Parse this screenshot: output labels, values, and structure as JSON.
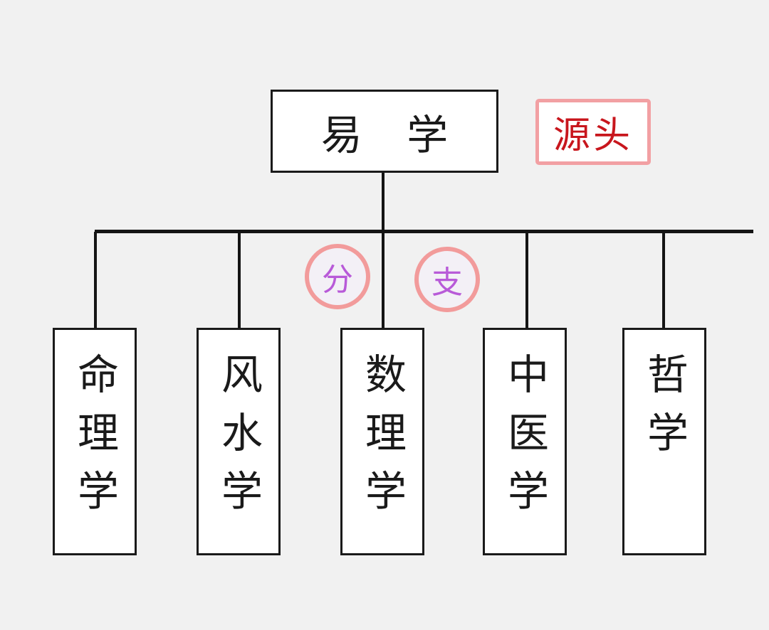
{
  "diagram": {
    "root": {
      "label": "易 学"
    },
    "source_tag": {
      "label": "源头"
    },
    "branch_marks": [
      "分",
      "支"
    ],
    "children": [
      {
        "label": "命理学"
      },
      {
        "label": "风水学"
      },
      {
        "label": "数理学"
      },
      {
        "label": "中医学"
      },
      {
        "label": "哲学"
      }
    ]
  },
  "colors": {
    "line": "#141414",
    "box_border": "#1a1a1a",
    "source_text": "#c8161d",
    "source_border": "#f2a0a3",
    "circle_border": "#f29b9b",
    "circle_text": "#b85ad8"
  }
}
